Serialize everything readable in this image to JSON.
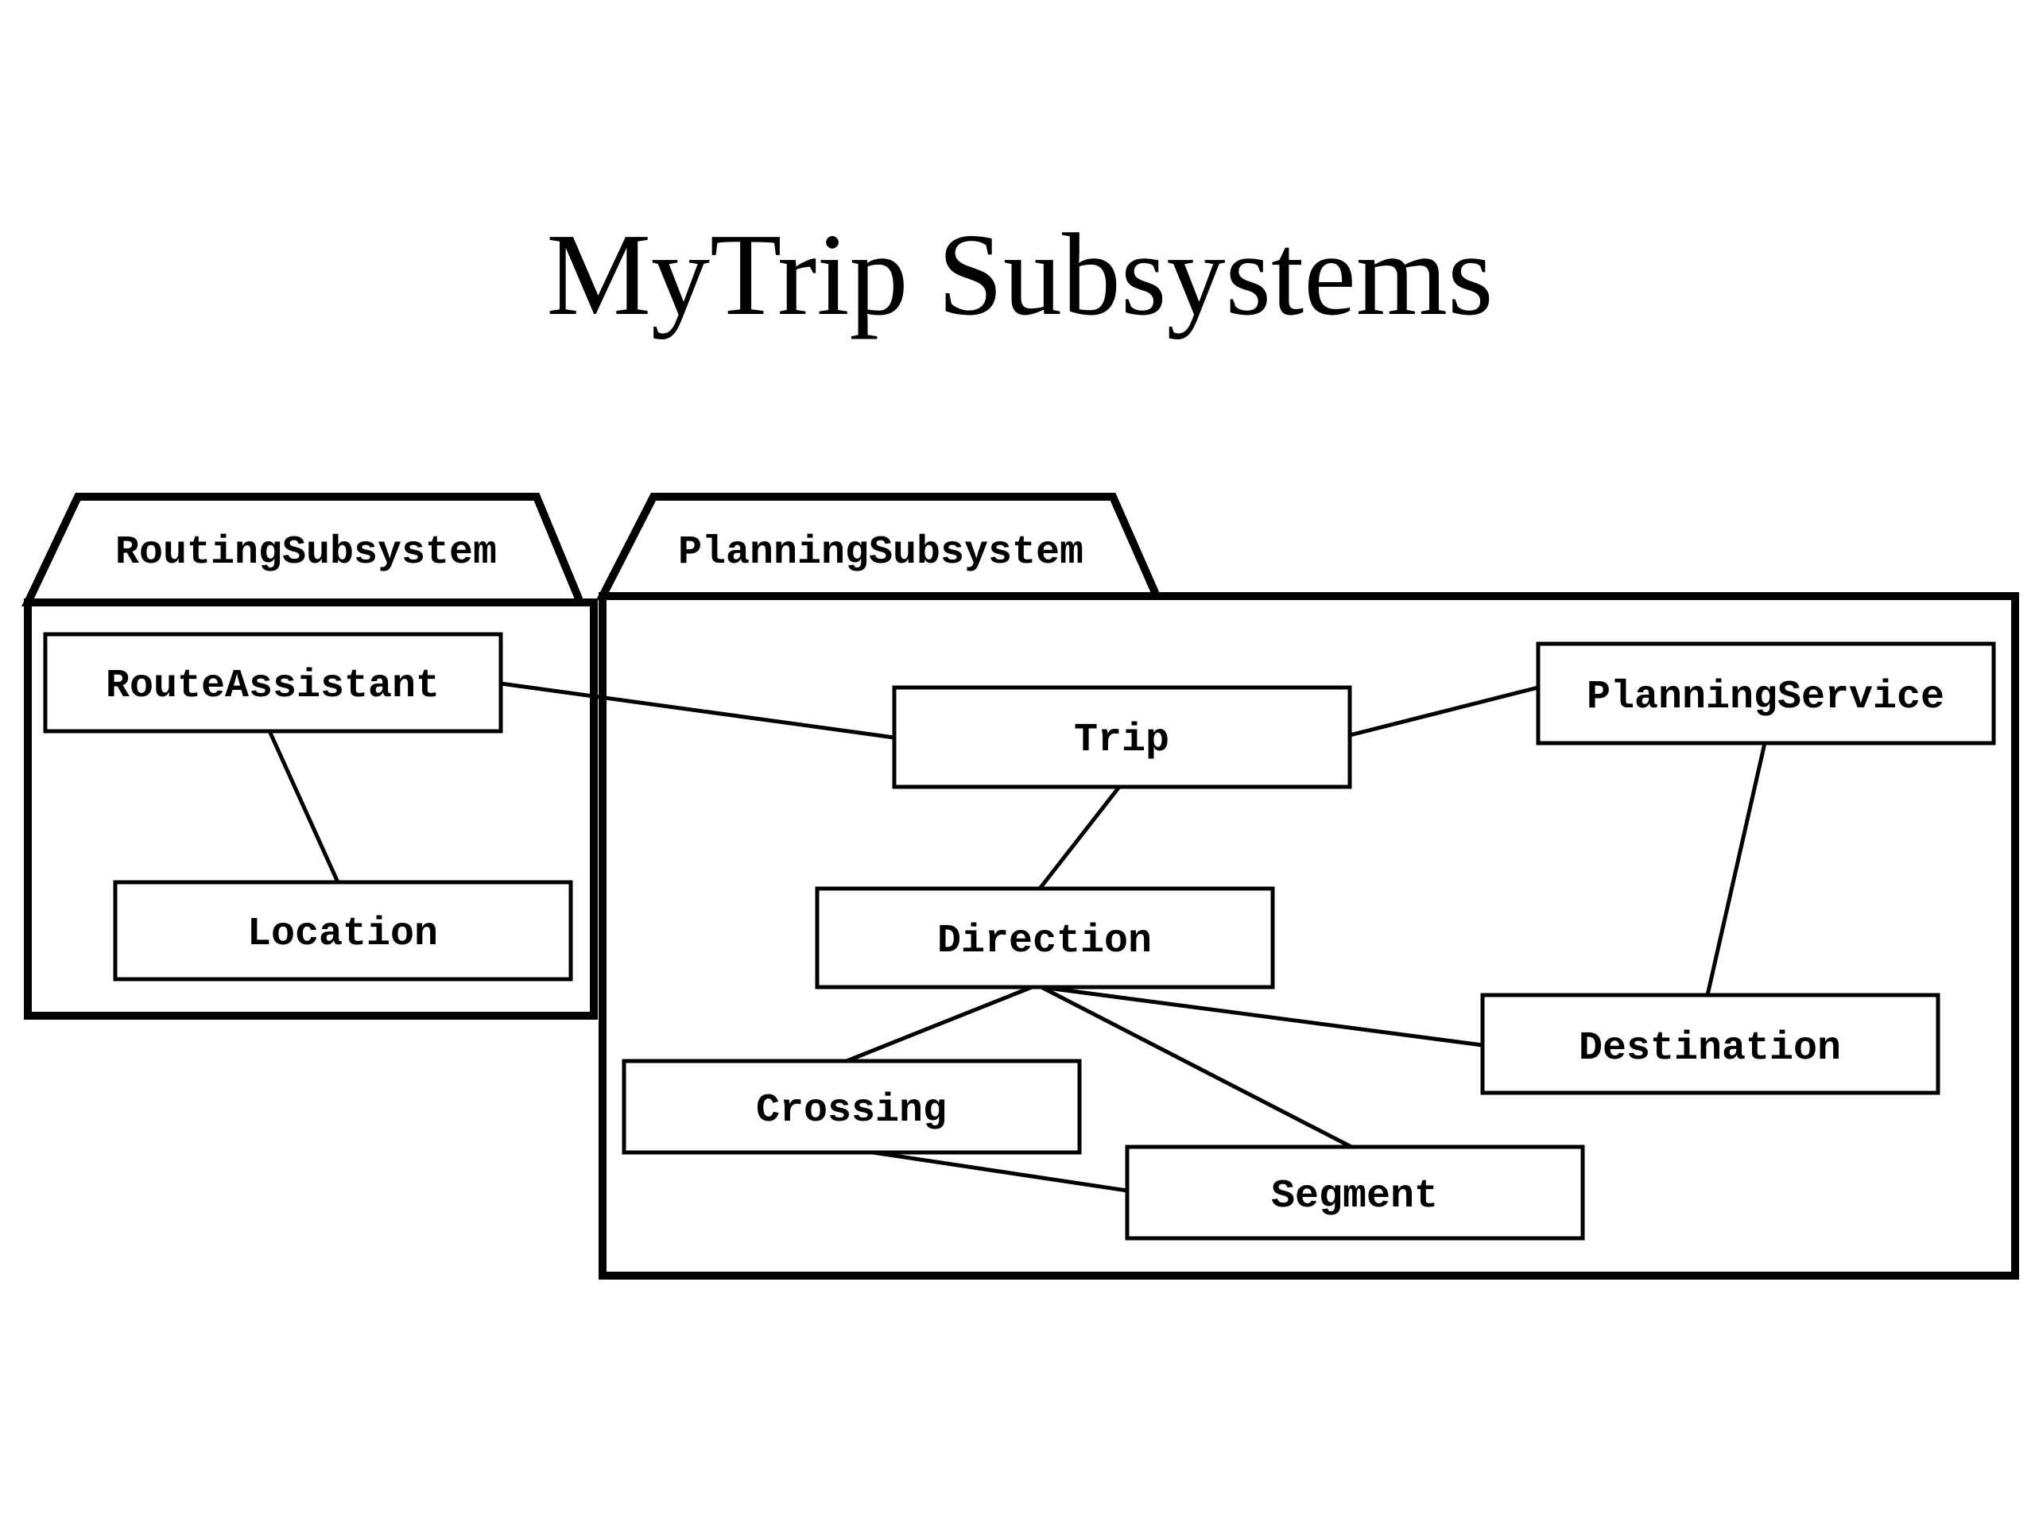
{
  "title": "MyTrip Subsystems",
  "packages": {
    "routing": {
      "name": "RoutingSubsystem"
    },
    "planning": {
      "name": "PlanningSubsystem"
    }
  },
  "classes": {
    "route_assistant": "RouteAssistant",
    "location": "Location",
    "trip": "Trip",
    "planning_service": "PlanningService",
    "direction": "Direction",
    "destination": "Destination",
    "crossing": "Crossing",
    "segment": "Segment"
  },
  "colors": {
    "line": "#000000",
    "background": "#ffffff"
  }
}
